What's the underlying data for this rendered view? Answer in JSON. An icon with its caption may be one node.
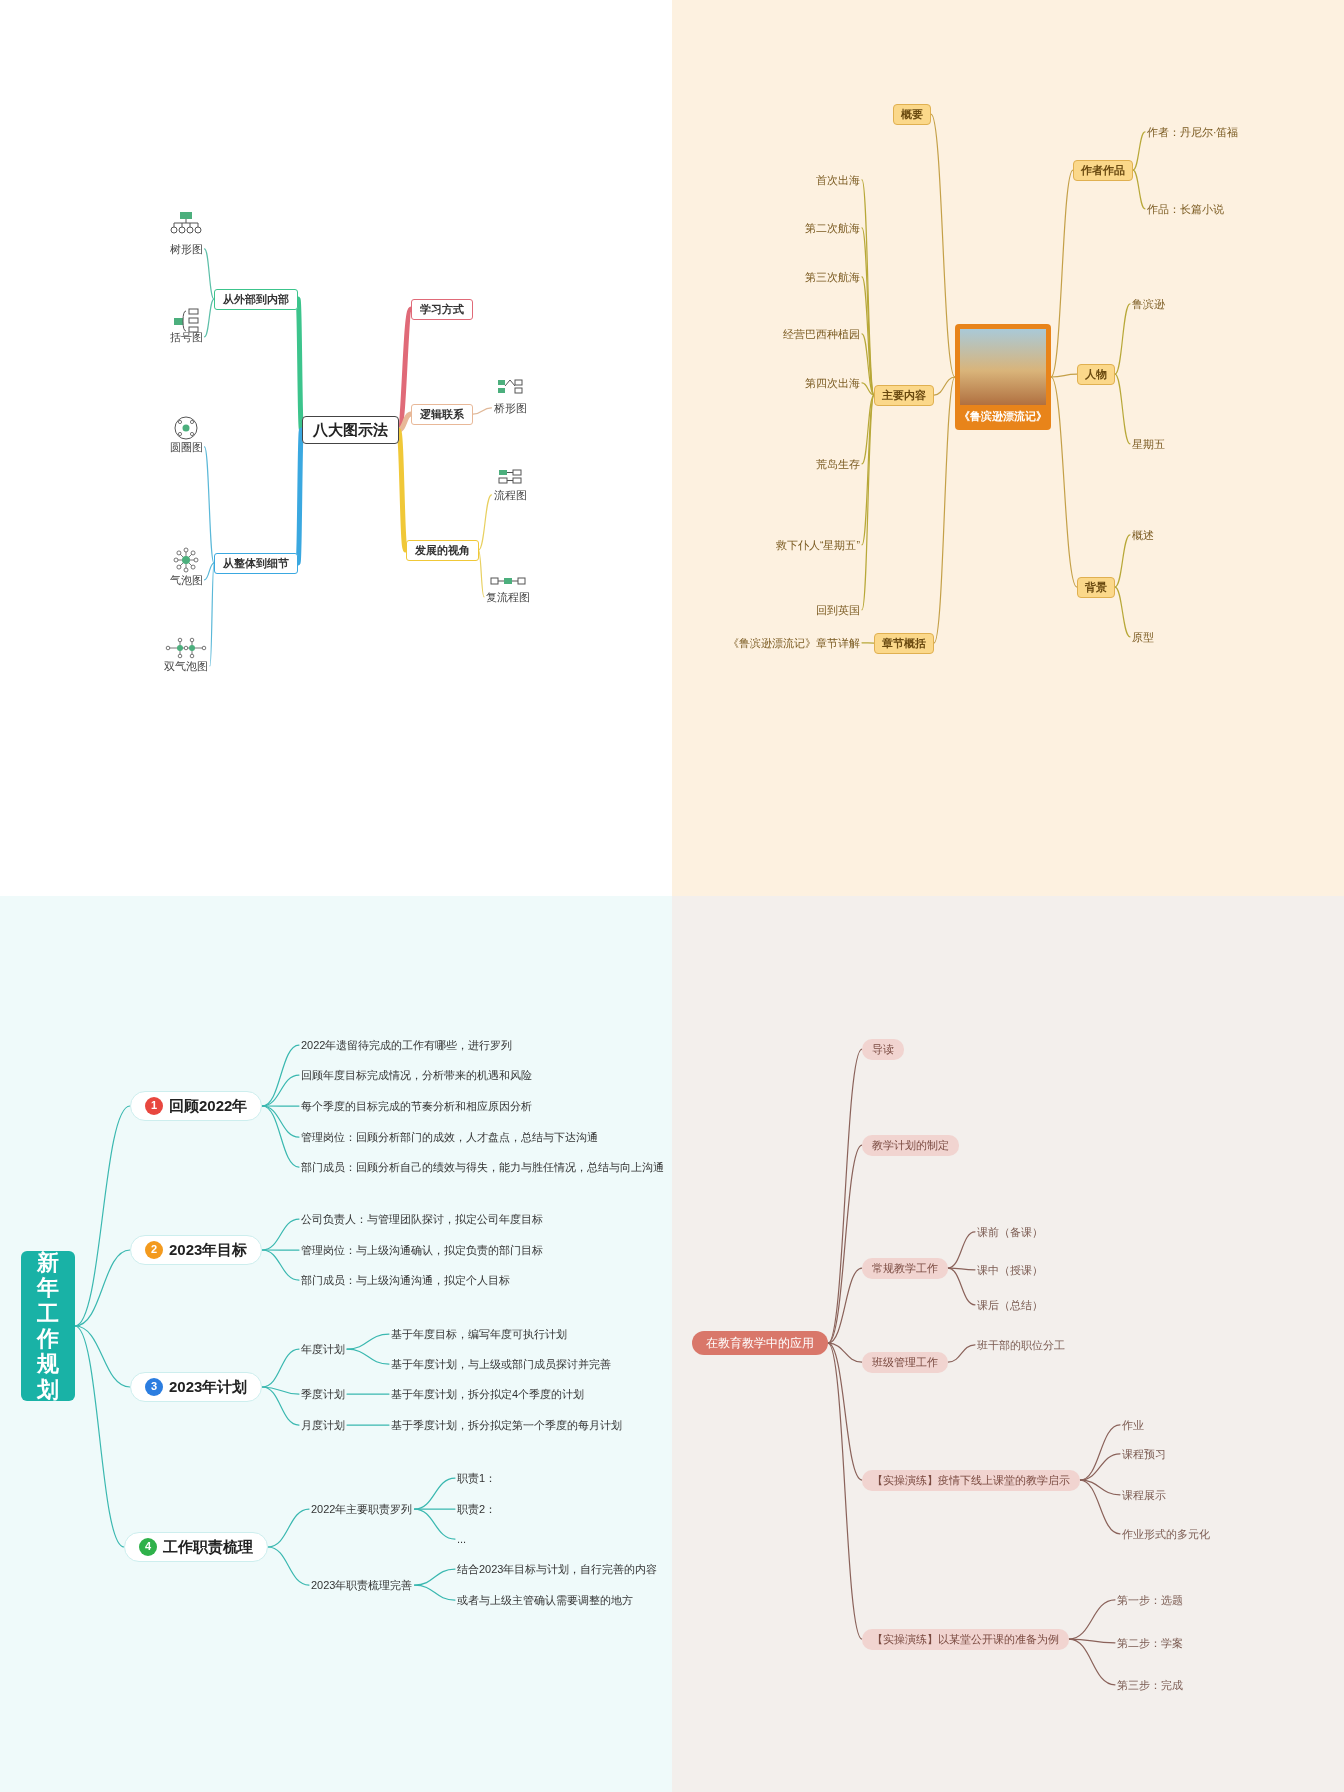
{
  "diagram": {
    "nodes": [
      {
        "text": [
          "八大图示法"
        ]
      },
      {
        "text": [
          "从外部到内部"
        ]
      },
      {
        "text": [
          "从整体到细节"
        ]
      },
      {
        "text": [
          "学习方式"
        ]
      },
      {
        "text": [
          "逻辑联系"
        ]
      },
      {
        "text": [
          "发展的视角"
        ]
      },
      {
        "text": [
          "树形图"
        ]
      },
      {
        "text": [
          "括号图"
        ]
      },
      {
        "text": [
          "圆圈图"
        ]
      },
      {
        "text": [
          "气泡图"
        ]
      },
      {
        "text": [
          "双气泡图"
        ]
      },
      {
        "text": [
          "桥形图"
        ]
      },
      {
        "text": [
          "流程图"
        ]
      },
      {
        "text": [
          "复流程图"
        ]
      },
      {
        "text": [
          "《鲁滨逊漂流记》"
        ]
      },
      {
        "text": [
          "概要"
        ]
      },
      {
        "text": [
          "主要内容"
        ]
      },
      {
        "text": [
          "章节概括"
        ]
      },
      {
        "text": [
          "作者作品"
        ]
      },
      {
        "text": [
          "人物"
        ]
      },
      {
        "text": [
          "背景"
        ]
      },
      {
        "text": [
          "首次出海"
        ]
      },
      {
        "text": [
          "第二次航海"
        ]
      },
      {
        "text": [
          "第三次航海"
        ]
      },
      {
        "text": [
          "经营巴西种植园"
        ]
      },
      {
        "text": [
          "第四次出海"
        ]
      },
      {
        "text": [
          "荒岛生存"
        ]
      },
      {
        "text": [
          "救下仆人“星期五”"
        ]
      },
      {
        "text": [
          "回到英国"
        ]
      },
      {
        "text": [
          "《鲁滨逊漂流记》章节详解"
        ]
      },
      {
        "text": [
          "作者：丹尼尔·笛福"
        ]
      },
      {
        "text": [
          "作品：长篇小说"
        ]
      },
      {
        "text": [
          "鲁滨逊"
        ]
      },
      {
        "text": [
          "星期五"
        ]
      },
      {
        "text": [
          "概述"
        ]
      },
      {
        "text": [
          "原型"
        ]
      },
      {
        "text": [
          "在教育教学中的应用"
        ]
      },
      {
        "text": [
          "导读"
        ]
      },
      {
        "text": [
          "教学计划的制定"
        ]
      },
      {
        "text": [
          "常规教学工作"
        ]
      },
      {
        "text": [
          "班级管理工作"
        ]
      },
      {
        "text": [
          "【实操演练】疫情下线上课堂的教学启示"
        ]
      },
      {
        "text": [
          "【实操演练】以某堂公开课的准备为例"
        ]
      },
      {
        "text": [
          "课前（备课）"
        ]
      },
      {
        "text": [
          "课中（授课）"
        ]
      },
      {
        "text": [
          "课后（总结）"
        ]
      },
      {
        "text": [
          "班干部的职位分工"
        ]
      },
      {
        "text": [
          "作业"
        ]
      },
      {
        "text": [
          "课程预习"
        ]
      },
      {
        "text": [
          "课程展示"
        ]
      },
      {
        "text": [
          "作业形式的多元化"
        ]
      },
      {
        "text": [
          "第一步：选题"
        ]
      },
      {
        "text": [
          "第二步：学案"
        ]
      },
      {
        "text": [
          "第三步：完成"
        ]
      },
      {
        "text": [
          "新年工作规划"
        ]
      },
      {
        "text": [
          "1",
          "回顾2022年"
        ]
      },
      {
        "text": [
          "2",
          "2023年目标"
        ]
      },
      {
        "text": [
          "3",
          "2023年计划"
        ]
      },
      {
        "text": [
          "4",
          "工作职责梳理"
        ]
      },
      {
        "text": [
          "2022年遗留待完成的工作有哪些，进行罗列"
        ]
      },
      {
        "text": [
          "回顾年度目标完成情况，分析带来的机遇和风险"
        ]
      },
      {
        "text": [
          "每个季度的目标完成的节奏分析和相应原因分析"
        ]
      },
      {
        "text": [
          "管理岗位：回顾分析部门的成效，人才盘点，总结与下达沟通"
        ]
      },
      {
        "text": [
          "部门成员：回顾分析自己的绩效与得失，能力与胜任情况，总结与向上沟通"
        ]
      },
      {
        "text": [
          "公司负责人：与管理团队探讨，拟定公司年度目标"
        ]
      },
      {
        "text": [
          "管理岗位：与上级沟通确认，拟定负责的部门目标"
        ]
      },
      {
        "text": [
          "部门成员：与上级沟通沟通，拟定个人目标"
        ]
      },
      {
        "text": [
          "年度计划"
        ]
      },
      {
        "text": [
          "季度计划"
        ]
      },
      {
        "text": [
          "月度计划"
        ]
      },
      {
        "text": [
          "基于年度目标，编写年度可执行计划"
        ]
      },
      {
        "text": [
          "基于年度计划，与上级或部门成员探讨并完善"
        ]
      },
      {
        "text": [
          "基于年度计划，拆分拟定4个季度的计划"
        ]
      },
      {
        "text": [
          "基于季度计划，拆分拟定第一个季度的每月计划"
        ]
      },
      {
        "text": [
          "2022年主要职责罗列"
        ]
      },
      {
        "text": [
          "2023年职责梳理完善"
        ]
      },
      {
        "text": [
          "职责1："
        ]
      },
      {
        "text": [
          "职责2："
        ]
      },
      {
        "text": [
          "..."
        ]
      },
      {
        "text": [
          "结合2023年目标与计划，自行完善的内容"
        ]
      },
      {
        "text": [
          "或者与上级主管确认需要调整的地方"
        ]
      }
    ],
    "edges": [
      {
        "from": 0,
        "to": 1,
        "arrow": "none",
        "style": "thick",
        "color": "#3cc48c"
      },
      {
        "from": 0,
        "to": 2,
        "arrow": "none",
        "style": "thick",
        "color": "#3aa8e0"
      },
      {
        "from": 0,
        "to": 3,
        "arrow": "none",
        "style": "thick",
        "color": "#e06a78"
      },
      {
        "from": 0,
        "to": 4,
        "arrow": "none",
        "style": "thick",
        "color": "#e8b898"
      },
      {
        "from": 0,
        "to": 5,
        "arrow": "none",
        "style": "thick",
        "color": "#f0c838"
      },
      {
        "from": 1,
        "to": 6,
        "arrow": "none",
        "color": "#5cbfa8"
      },
      {
        "from": 1,
        "to": 7,
        "arrow": "none",
        "color": "#5cbfa8"
      },
      {
        "from": 2,
        "to": 8,
        "arrow": "none",
        "color": "#5ab8d8"
      },
      {
        "from": 2,
        "to": 9,
        "arrow": "none",
        "color": "#5ab8d8"
      },
      {
        "from": 2,
        "to": 10,
        "arrow": "none",
        "color": "#5ab8d8"
      },
      {
        "from": 4,
        "to": 11,
        "arrow": "none",
        "color": "#e0b898"
      },
      {
        "from": 5,
        "to": 12,
        "arrow": "none",
        "color": "#e8d060"
      },
      {
        "from": 5,
        "to": 13,
        "arrow": "none",
        "color": "#e8d060"
      },
      {
        "from": 14,
        "to": 15,
        "arrow": "none",
        "color": "#c4a048"
      },
      {
        "from": 14,
        "to": 16,
        "arrow": "none",
        "color": "#c4a048"
      },
      {
        "from": 14,
        "to": 17,
        "arrow": "none",
        "color": "#c4a048"
      },
      {
        "from": 14,
        "to": 18,
        "arrow": "none",
        "color": "#c4a048"
      },
      {
        "from": 14,
        "to": 19,
        "arrow": "none",
        "color": "#c4a048"
      },
      {
        "from": 14,
        "to": 20,
        "arrow": "none",
        "color": "#c4a048"
      },
      {
        "from": 16,
        "to": 21,
        "arrow": "none",
        "color": "#b8a838"
      },
      {
        "from": 16,
        "to": 22,
        "arrow": "none",
        "color": "#b8a838"
      },
      {
        "from": 16,
        "to": 23,
        "arrow": "none",
        "color": "#b8a838"
      },
      {
        "from": 16,
        "to": 24,
        "arrow": "none",
        "color": "#b8a838"
      },
      {
        "from": 16,
        "to": 25,
        "arrow": "none",
        "color": "#b8a838"
      },
      {
        "from": 16,
        "to": 26,
        "arrow": "none",
        "color": "#b8a838"
      },
      {
        "from": 16,
        "to": 27,
        "arrow": "none",
        "color": "#b8a838"
      },
      {
        "from": 16,
        "to": 28,
        "arrow": "none",
        "color": "#b8a838"
      },
      {
        "from": 17,
        "to": 29,
        "arrow": "none",
        "color": "#b8a838"
      },
      {
        "from": 18,
        "to": 30,
        "arrow": "none",
        "color": "#b8a838"
      },
      {
        "from": 18,
        "to": 31,
        "arrow": "none",
        "color": "#b8a838"
      },
      {
        "from": 19,
        "to": 32,
        "arrow": "none",
        "color": "#b8a838"
      },
      {
        "from": 19,
        "to": 33,
        "arrow": "none",
        "color": "#b8a838"
      },
      {
        "from": 20,
        "to": 34,
        "arrow": "none",
        "color": "#b8a838"
      },
      {
        "from": 20,
        "to": 35,
        "arrow": "none",
        "color": "#b8a838"
      },
      {
        "from": 36,
        "to": 37,
        "arrow": "none",
        "color": "#8a625a"
      },
      {
        "from": 36,
        "to": 38,
        "arrow": "none",
        "color": "#8a625a"
      },
      {
        "from": 36,
        "to": 39,
        "arrow": "none",
        "color": "#8a625a"
      },
      {
        "from": 36,
        "to": 40,
        "arrow": "none",
        "color": "#8a625a"
      },
      {
        "from": 36,
        "to": 41,
        "arrow": "none",
        "color": "#8a625a"
      },
      {
        "from": 36,
        "to": 42,
        "arrow": "none",
        "color": "#8a625a"
      },
      {
        "from": 39,
        "to": 43,
        "arrow": "none",
        "color": "#8a625a"
      },
      {
        "from": 39,
        "to": 44,
        "arrow": "none",
        "color": "#8a625a"
      },
      {
        "from": 39,
        "to": 45,
        "arrow": "none",
        "color": "#8a625a"
      },
      {
        "from": 40,
        "to": 46,
        "arrow": "none",
        "color": "#8a625a"
      },
      {
        "from": 41,
        "to": 47,
        "arrow": "none",
        "color": "#8a625a"
      },
      {
        "from": 41,
        "to": 48,
        "arrow": "none",
        "color": "#8a625a"
      },
      {
        "from": 41,
        "to": 49,
        "arrow": "none",
        "color": "#8a625a"
      },
      {
        "from": 41,
        "to": 50,
        "arrow": "none",
        "color": "#8a625a"
      },
      {
        "from": 42,
        "to": 51,
        "arrow": "none",
        "color": "#8a625a"
      },
      {
        "from": 42,
        "to": 52,
        "arrow": "none",
        "color": "#8a625a"
      },
      {
        "from": 42,
        "to": 53,
        "arrow": "none",
        "color": "#8a625a"
      },
      {
        "from": 54,
        "to": 55,
        "arrow": "none",
        "color": "#3ab8b0"
      },
      {
        "from": 54,
        "to": 56,
        "arrow": "none",
        "color": "#3ab8b0"
      },
      {
        "from": 54,
        "to": 57,
        "arrow": "none",
        "color": "#3ab8b0"
      },
      {
        "from": 54,
        "to": 58,
        "arrow": "none",
        "color": "#3ab8b0"
      },
      {
        "from": 55,
        "to": 59,
        "arrow": "none",
        "color": "#3ab8b0"
      },
      {
        "from": 55,
        "to": 60,
        "arrow": "none",
        "color": "#3ab8b0"
      },
      {
        "from": 55,
        "to": 61,
        "arrow": "none",
        "color": "#3ab8b0"
      },
      {
        "from": 55,
        "to": 62,
        "arrow": "none",
        "color": "#3ab8b0"
      },
      {
        "from": 55,
        "to": 63,
        "arrow": "none",
        "color": "#3ab8b0"
      },
      {
        "from": 56,
        "to": 64,
        "arrow": "none",
        "color": "#3ab8b0"
      },
      {
        "from": 56,
        "to": 65,
        "arrow": "none",
        "color": "#3ab8b0"
      },
      {
        "from": 56,
        "to": 66,
        "arrow": "none",
        "color": "#3ab8b0"
      },
      {
        "from": 57,
        "to": 67,
        "arrow": "none",
        "color": "#3ab8b0"
      },
      {
        "from": 57,
        "to": 68,
        "arrow": "none",
        "color": "#3ab8b0"
      },
      {
        "from": 57,
        "to": 69,
        "arrow": "none",
        "color": "#3ab8b0"
      },
      {
        "from": 67,
        "to": 70,
        "arrow": "none",
        "color": "#3ab8b0"
      },
      {
        "from": 67,
        "to": 71,
        "arrow": "none",
        "color": "#3ab8b0"
      },
      {
        "from": 68,
        "to": 72,
        "arrow": "none",
        "color": "#3ab8b0"
      },
      {
        "from": 69,
        "to": 73,
        "arrow": "none",
        "color": "#3ab8b0"
      },
      {
        "from": 58,
        "to": 74,
        "arrow": "none",
        "color": "#3ab8b0"
      },
      {
        "from": 58,
        "to": 75,
        "arrow": "none",
        "color": "#3ab8b0"
      },
      {
        "from": 74,
        "to": 76,
        "arrow": "none",
        "color": "#3ab8b0"
      },
      {
        "from": 74,
        "to": 77,
        "arrow": "none",
        "color": "#3ab8b0"
      },
      {
        "from": 74,
        "to": 78,
        "arrow": "none",
        "color": "#3ab8b0"
      },
      {
        "from": 75,
        "to": 79,
        "arrow": "none",
        "color": "#3ab8b0"
      },
      {
        "from": 75,
        "to": 80,
        "arrow": "none",
        "color": "#3ab8b0"
      }
    ]
  }
}
